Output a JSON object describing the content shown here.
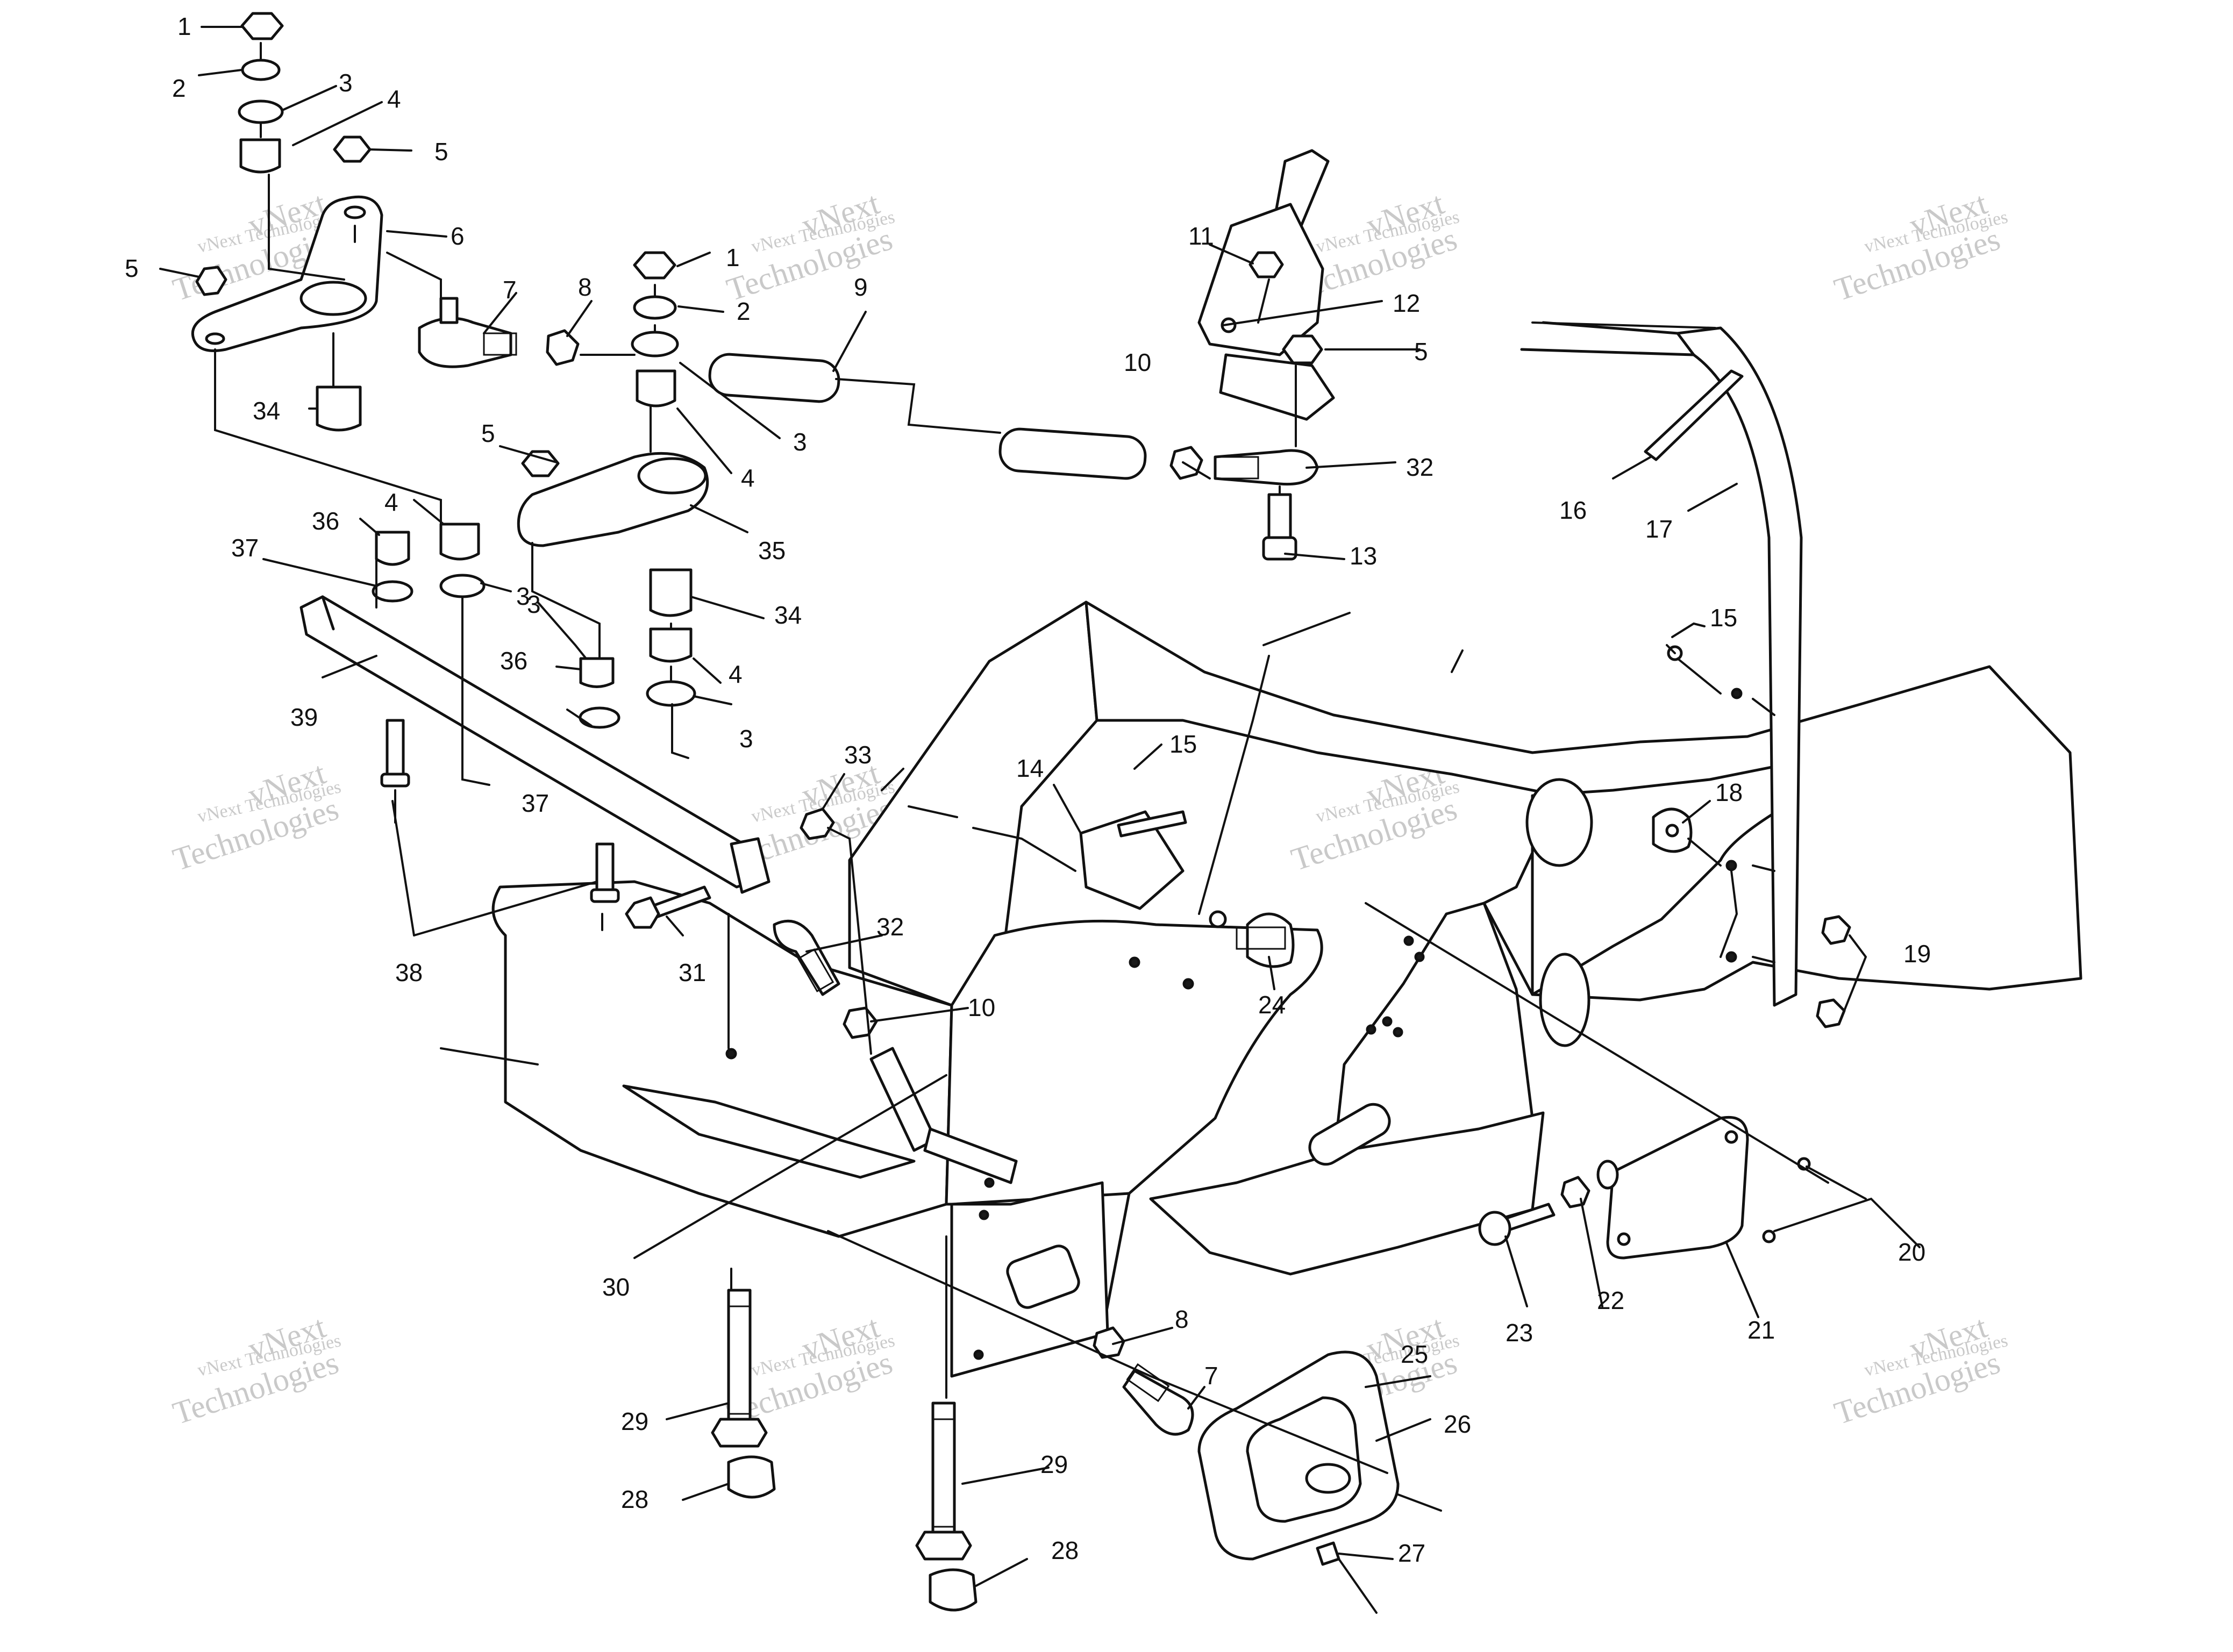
{
  "watermark": {
    "line1": "vNext Technologies",
    "line2": "vNext",
    "line3": "Technologies",
    "color": "#c9c9c9"
  },
  "callouts": [
    {
      "id": "c-1a",
      "text": "1"
    },
    {
      "id": "c-2a",
      "text": "2"
    },
    {
      "id": "c-3a",
      "text": "3"
    },
    {
      "id": "c-4a",
      "text": "4"
    },
    {
      "id": "c-5a",
      "text": "5"
    },
    {
      "id": "c-6",
      "text": "6"
    },
    {
      "id": "c-5b",
      "text": "5"
    },
    {
      "id": "c-7a",
      "text": "7"
    },
    {
      "id": "c-8a",
      "text": "8"
    },
    {
      "id": "c-9",
      "text": "9"
    },
    {
      "id": "c-1b",
      "text": "1"
    },
    {
      "id": "c-2b",
      "text": "2"
    },
    {
      "id": "c-3b",
      "text": "3"
    },
    {
      "id": "c-4b",
      "text": "4"
    },
    {
      "id": "c-34a",
      "text": "34"
    },
    {
      "id": "c-5c",
      "text": "5"
    },
    {
      "id": "c-35",
      "text": "35"
    },
    {
      "id": "c-36a",
      "text": "36"
    },
    {
      "id": "c-4c",
      "text": "4"
    },
    {
      "id": "c-37a",
      "text": "37"
    },
    {
      "id": "c-3c",
      "text": "3"
    },
    {
      "id": "c-3d",
      "text": "3"
    },
    {
      "id": "c-34b",
      "text": "34"
    },
    {
      "id": "c-36b",
      "text": "36"
    },
    {
      "id": "c-4d",
      "text": "4"
    },
    {
      "id": "c-39",
      "text": "39"
    },
    {
      "id": "c-3e",
      "text": "3"
    },
    {
      "id": "c-33",
      "text": "33"
    },
    {
      "id": "c-37b",
      "text": "37"
    },
    {
      "id": "c-38",
      "text": "38"
    },
    {
      "id": "c-31",
      "text": "31"
    },
    {
      "id": "c-32a",
      "text": "32"
    },
    {
      "id": "c-10a",
      "text": "10"
    },
    {
      "id": "c-30",
      "text": "30"
    },
    {
      "id": "c-11",
      "text": "11"
    },
    {
      "id": "c-12",
      "text": "12"
    },
    {
      "id": "c-5d",
      "text": "5"
    },
    {
      "id": "c-10b",
      "text": "10"
    },
    {
      "id": "c-32b",
      "text": "32"
    },
    {
      "id": "c-13",
      "text": "13"
    },
    {
      "id": "c-16",
      "text": "16"
    },
    {
      "id": "c-17",
      "text": "17"
    },
    {
      "id": "c-15a",
      "text": "15"
    },
    {
      "id": "c-15b",
      "text": "15"
    },
    {
      "id": "c-14",
      "text": "14"
    },
    {
      "id": "c-18",
      "text": "18"
    },
    {
      "id": "c-19",
      "text": "19"
    },
    {
      "id": "c-24",
      "text": "24"
    },
    {
      "id": "c-20",
      "text": "20"
    },
    {
      "id": "c-21",
      "text": "21"
    },
    {
      "id": "c-22",
      "text": "22"
    },
    {
      "id": "c-23",
      "text": "23"
    },
    {
      "id": "c-8b",
      "text": "8"
    },
    {
      "id": "c-7b",
      "text": "7"
    },
    {
      "id": "c-25",
      "text": "25"
    },
    {
      "id": "c-26",
      "text": "26"
    },
    {
      "id": "c-27",
      "text": "27"
    },
    {
      "id": "c-29a",
      "text": "29"
    },
    {
      "id": "c-28a",
      "text": "28"
    },
    {
      "id": "c-29b",
      "text": "29"
    },
    {
      "id": "c-28b",
      "text": "28"
    }
  ]
}
